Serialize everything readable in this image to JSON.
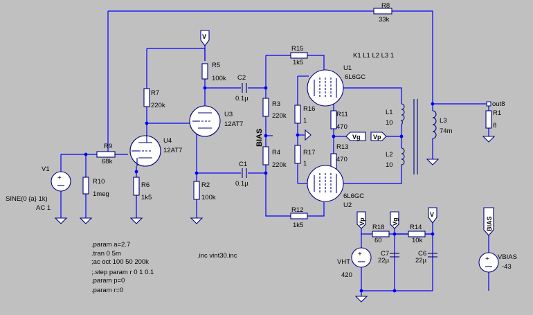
{
  "schematic": {
    "components": [
      {
        "id": "R8",
        "ref": "R8",
        "value": "33k"
      },
      {
        "id": "R15",
        "ref": "R15",
        "value": "1k5"
      },
      {
        "id": "R5",
        "ref": "R5",
        "value": "100k"
      },
      {
        "id": "C2",
        "ref": "C2",
        "value": "0.1µ"
      },
      {
        "id": "R7",
        "ref": "R7",
        "value": "220k"
      },
      {
        "id": "U3",
        "ref": "U3",
        "value": "12AT7"
      },
      {
        "id": "R3",
        "ref": "R3",
        "value": "220k"
      },
      {
        "id": "R4",
        "ref": "R4",
        "value": "220k"
      },
      {
        "id": "C1",
        "ref": "C1",
        "value": "0.1µ"
      },
      {
        "id": "U4",
        "ref": "U4",
        "value": "12AT7"
      },
      {
        "id": "R9",
        "ref": "R9",
        "value": "68k"
      },
      {
        "id": "R10",
        "ref": "R10",
        "value": "1meg"
      },
      {
        "id": "R6",
        "ref": "R6",
        "value": "1k5"
      },
      {
        "id": "R2",
        "ref": "R2",
        "value": "100k"
      },
      {
        "id": "R12",
        "ref": "R12",
        "value": "1k5"
      },
      {
        "id": "U1",
        "ref": "U1",
        "value": "6L6GC"
      },
      {
        "id": "U2",
        "ref": "U2",
        "value": "6L6GC"
      },
      {
        "id": "R16",
        "ref": "R16",
        "value": "1"
      },
      {
        "id": "R17",
        "ref": "R17",
        "value": "1"
      },
      {
        "id": "R11",
        "ref": "R11",
        "value": "470"
      },
      {
        "id": "R13",
        "ref": "R13",
        "value": "470"
      },
      {
        "id": "L1",
        "ref": "L1",
        "value": "10"
      },
      {
        "id": "L2",
        "ref": "L2",
        "value": "10"
      },
      {
        "id": "L3",
        "ref": "L3",
        "value": "74m"
      },
      {
        "id": "R1",
        "ref": "R1",
        "value": "8"
      },
      {
        "id": "R18",
        "ref": "R18",
        "value": "60"
      },
      {
        "id": "R14",
        "ref": "R14",
        "value": "10k"
      },
      {
        "id": "C7",
        "ref": "C7",
        "value": "22µ"
      },
      {
        "id": "C6",
        "ref": "C6",
        "value": "22µ"
      },
      {
        "id": "VHT",
        "ref": "VHT",
        "value": "420"
      },
      {
        "id": "VBIAS",
        "ref": "VBIAS",
        "value": "-43"
      },
      {
        "id": "V1",
        "ref": "V1",
        "value": "SINE(0 {a} 1k)",
        "extra": "AC 1"
      }
    ],
    "coupling": "K1 L1 L2 L3 1",
    "net_labels": {
      "vp": "Vp",
      "vg": "Vg",
      "v": "V",
      "bias": "BIAS",
      "out": "out8"
    },
    "directives": [
      ".param a=2.7",
      ".tran 0 5m",
      ";ac oct 100 50 200k",
      ";.step param r 0 1 0.1",
      ".param p=0",
      ".param r=0"
    ],
    "include": ".inc vint30.inc"
  }
}
